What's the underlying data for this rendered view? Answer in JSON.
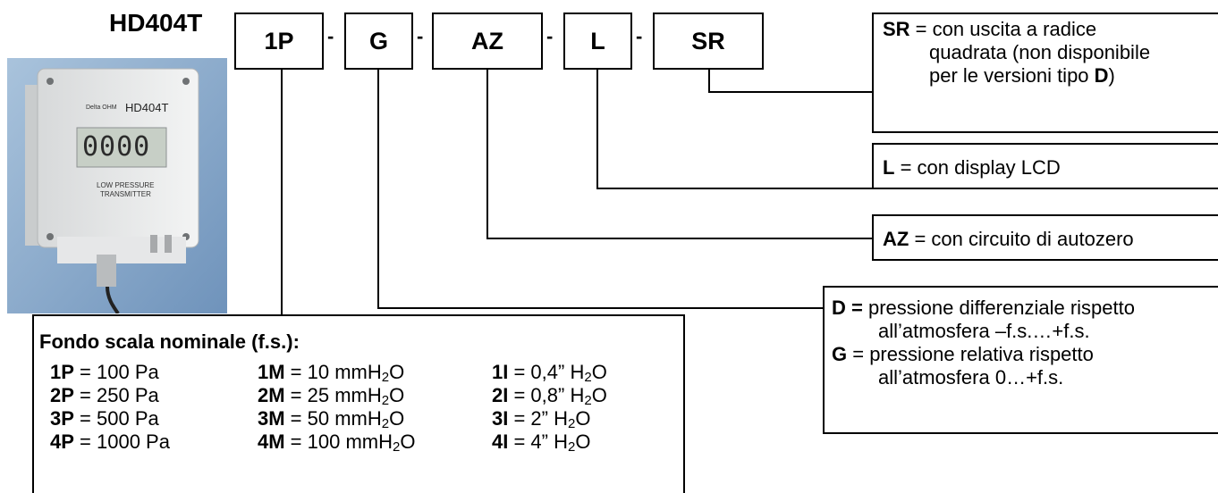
{
  "model": "HD404T",
  "codes": [
    "1P",
    "G",
    "AZ",
    "L",
    "SR"
  ],
  "dash": "-",
  "photo": {
    "brand": "Delta OHM",
    "model": "HD404T",
    "display": "0000",
    "label_line1": "LOW PRESSURE",
    "label_line2": "TRANSMITTER"
  },
  "sr_note": {
    "key": "SR",
    "line1": " = con uscita a radice",
    "line2": "quadrata (non disponibile",
    "line3_pre": "per le versioni tipo ",
    "line3_key": "D",
    "line3_post": ")"
  },
  "l_note": {
    "key": "L",
    "text": " = con display LCD"
  },
  "az_note": {
    "key": "AZ",
    "text": " = con circuito di autozero"
  },
  "dg_note": {
    "d_key": "D =",
    "d_line1": " pressione differenziale rispetto",
    "d_line2": "all’atmosfera  –f.s.…+f.s.",
    "g_key": "G",
    "g_line1": " = pressione relativa rispetto",
    "g_line2": "all’atmosfera 0…+f.s."
  },
  "fullscale": {
    "title": "Fondo scala nominale (f.s.):",
    "rows": [
      [
        {
          "k": "1P",
          "v": " = 100 Pa",
          "u": ""
        },
        {
          "k": "1M",
          "v": " = 10 mmH",
          "u": "O"
        },
        {
          "k": "1I",
          "v": " = 0,4” H",
          "u": "O"
        }
      ],
      [
        {
          "k": "2P",
          "v": " = 250 Pa",
          "u": ""
        },
        {
          "k": "2M",
          "v": " = 25 mmH",
          "u": "O"
        },
        {
          "k": "2I",
          "v": " = 0,8” H",
          "u": "O"
        }
      ],
      [
        {
          "k": "3P",
          "v": " = 500 Pa",
          "u": ""
        },
        {
          "k": "3M",
          "v": " = 50 mmH",
          "u": "O"
        },
        {
          "k": "3I",
          "v": " = 2” H",
          "u": "O"
        }
      ],
      [
        {
          "k": "4P",
          "v": " = 1000 Pa",
          "u": ""
        },
        {
          "k": "4M",
          "v": " = 100 mmH",
          "u": "O"
        },
        {
          "k": "4I",
          "v": " = 4” H",
          "u": "O"
        }
      ]
    ],
    "sub2": "2"
  }
}
